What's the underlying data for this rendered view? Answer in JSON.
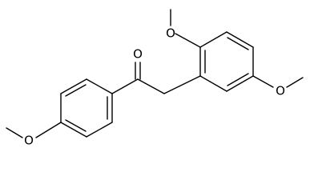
{
  "molecule": {
    "atoms": {
      "carbonyl_oxygen": "O",
      "methoxy_top": "O",
      "methoxy_right": "O",
      "methoxy_left": "O"
    },
    "colors": {
      "bond": "#000000",
      "label": "#000000",
      "background": "#ffffff"
    }
  }
}
